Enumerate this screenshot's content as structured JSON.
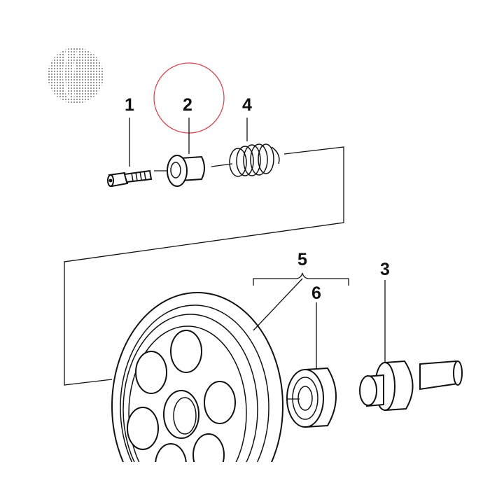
{
  "diagram": {
    "callouts": {
      "c1": "1",
      "c2": "2",
      "c3": "3",
      "c4": "4",
      "c5": "5",
      "c6": "6"
    },
    "colors": {
      "line": "#111111",
      "highlight_circle": "#d04a55",
      "background": "#ffffff",
      "stamp_dots": "#888888"
    }
  }
}
